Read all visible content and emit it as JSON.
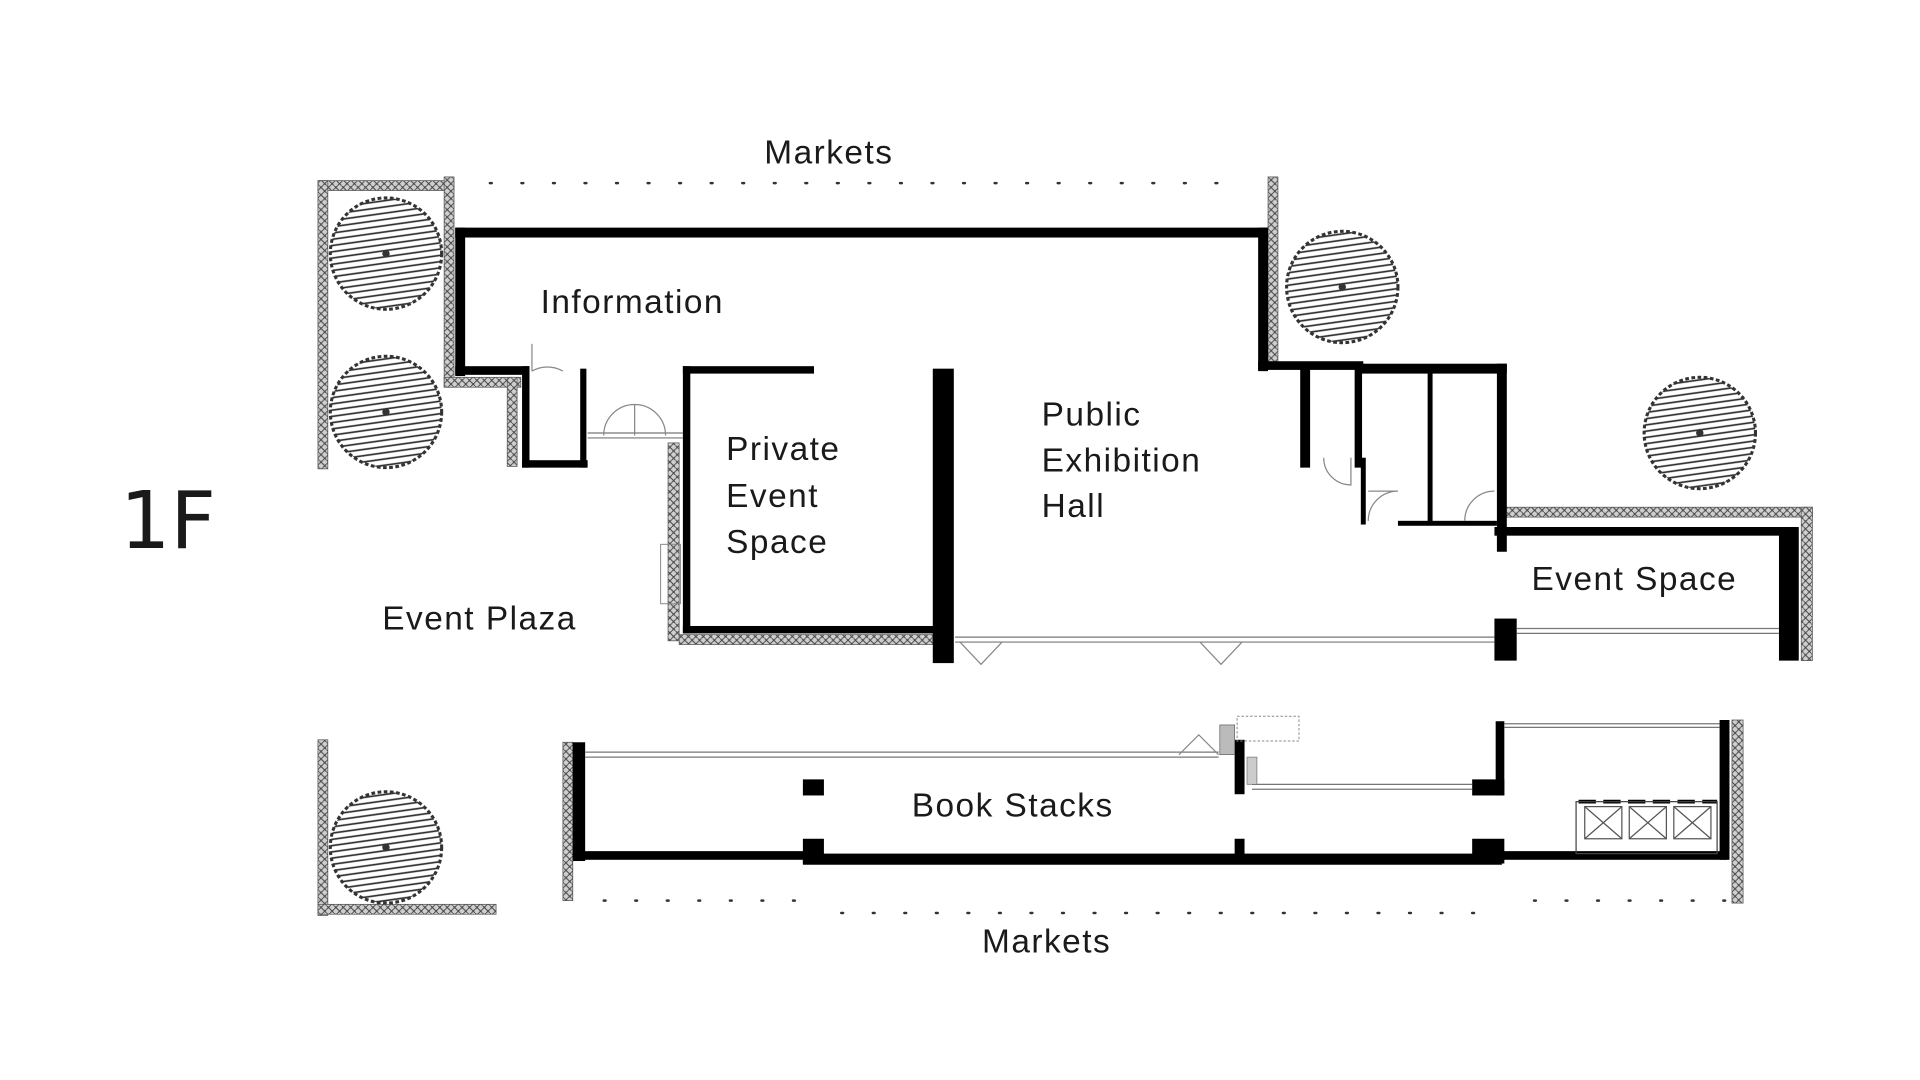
{
  "floor_label": "1F",
  "labels": {
    "markets_top": "Markets",
    "markets_bottom": "Markets",
    "information": "Information",
    "private_event_space": [
      "Private",
      "Event",
      "Space"
    ],
    "public_exhibition_hall": [
      "Public",
      "Exhibition",
      "Hall"
    ],
    "event_plaza": "Event Plaza",
    "event_space": "Event Space",
    "book_stacks": "Book Stacks"
  },
  "colors": {
    "wall": "#000000",
    "text": "#1a1a1a",
    "hedge": "#9a9a9a"
  }
}
